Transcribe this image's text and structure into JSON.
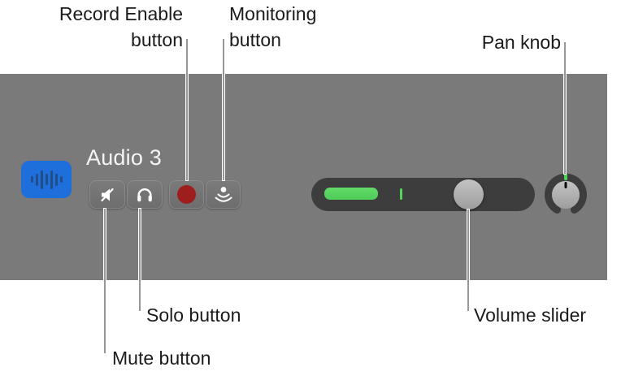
{
  "track": {
    "name": "Audio 3"
  },
  "callouts": {
    "record_enable": "Record Enable button",
    "monitoring": "Monitoring button",
    "pan": "Pan knob",
    "mute": "Mute button",
    "solo": "Solo button",
    "volume": "Volume slider"
  },
  "icons": {
    "track": "waveform-icon",
    "mute": "muted-speaker-icon",
    "solo": "headphones-icon",
    "record": "record-circle-icon",
    "monitoring": "input-monitoring-icon"
  },
  "colors": {
    "strip_gray": "#7a7a7a",
    "track_icon_blue": "#1e6edb",
    "record_red": "#9e1e1e",
    "meter_green": "#55d45c",
    "slider_dark": "#3d3d3d",
    "callout_line_gray": "#979797",
    "label_text": "#1b1b1d",
    "track_name_text": "#f4f4f4"
  }
}
